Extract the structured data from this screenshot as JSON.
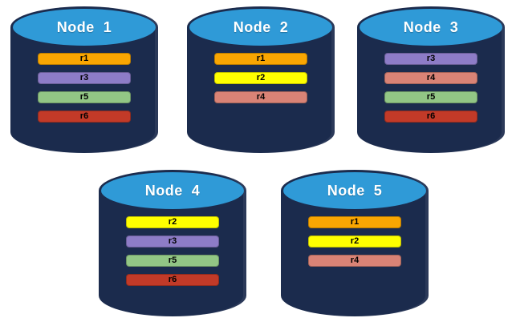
{
  "palette": {
    "background": "#ffffff",
    "cylinder_body": "#1b2b4d",
    "cylinder_top": "#2f9ad7",
    "node_title_color": "#ffffff",
    "replica_label_color": "#000000",
    "replica_colors": {
      "r1": "#f9a602",
      "r2": "#ffff00",
      "r3": "#8d7cc7",
      "r4": "#d98376",
      "r5": "#92c685",
      "r6": "#c23a28"
    }
  },
  "nodes": [
    {
      "title": "Node  1",
      "replicas": [
        {
          "label": "r1",
          "color": "#f9a602"
        },
        {
          "label": "r3",
          "color": "#8d7cc7"
        },
        {
          "label": "r5",
          "color": "#92c685"
        },
        {
          "label": "r6",
          "color": "#c23a28"
        }
      ]
    },
    {
      "title": "Node  2",
      "replicas": [
        {
          "label": "r1",
          "color": "#f9a602"
        },
        {
          "label": "r2",
          "color": "#ffff00"
        },
        {
          "label": "r4",
          "color": "#d98376"
        }
      ]
    },
    {
      "title": "Node  3",
      "replicas": [
        {
          "label": "r3",
          "color": "#8d7cc7"
        },
        {
          "label": "r4",
          "color": "#d98376"
        },
        {
          "label": "r5",
          "color": "#92c685"
        },
        {
          "label": "r6",
          "color": "#c23a28"
        }
      ]
    },
    {
      "title": "Node  4",
      "replicas": [
        {
          "label": "r2",
          "color": "#ffff00"
        },
        {
          "label": "r3",
          "color": "#8d7cc7"
        },
        {
          "label": "r5",
          "color": "#92c685"
        },
        {
          "label": "r6",
          "color": "#c23a28"
        }
      ]
    },
    {
      "title": "Node  5",
      "replicas": [
        {
          "label": "r1",
          "color": "#f9a602"
        },
        {
          "label": "r2",
          "color": "#ffff00"
        },
        {
          "label": "r4",
          "color": "#d98376"
        }
      ]
    }
  ]
}
